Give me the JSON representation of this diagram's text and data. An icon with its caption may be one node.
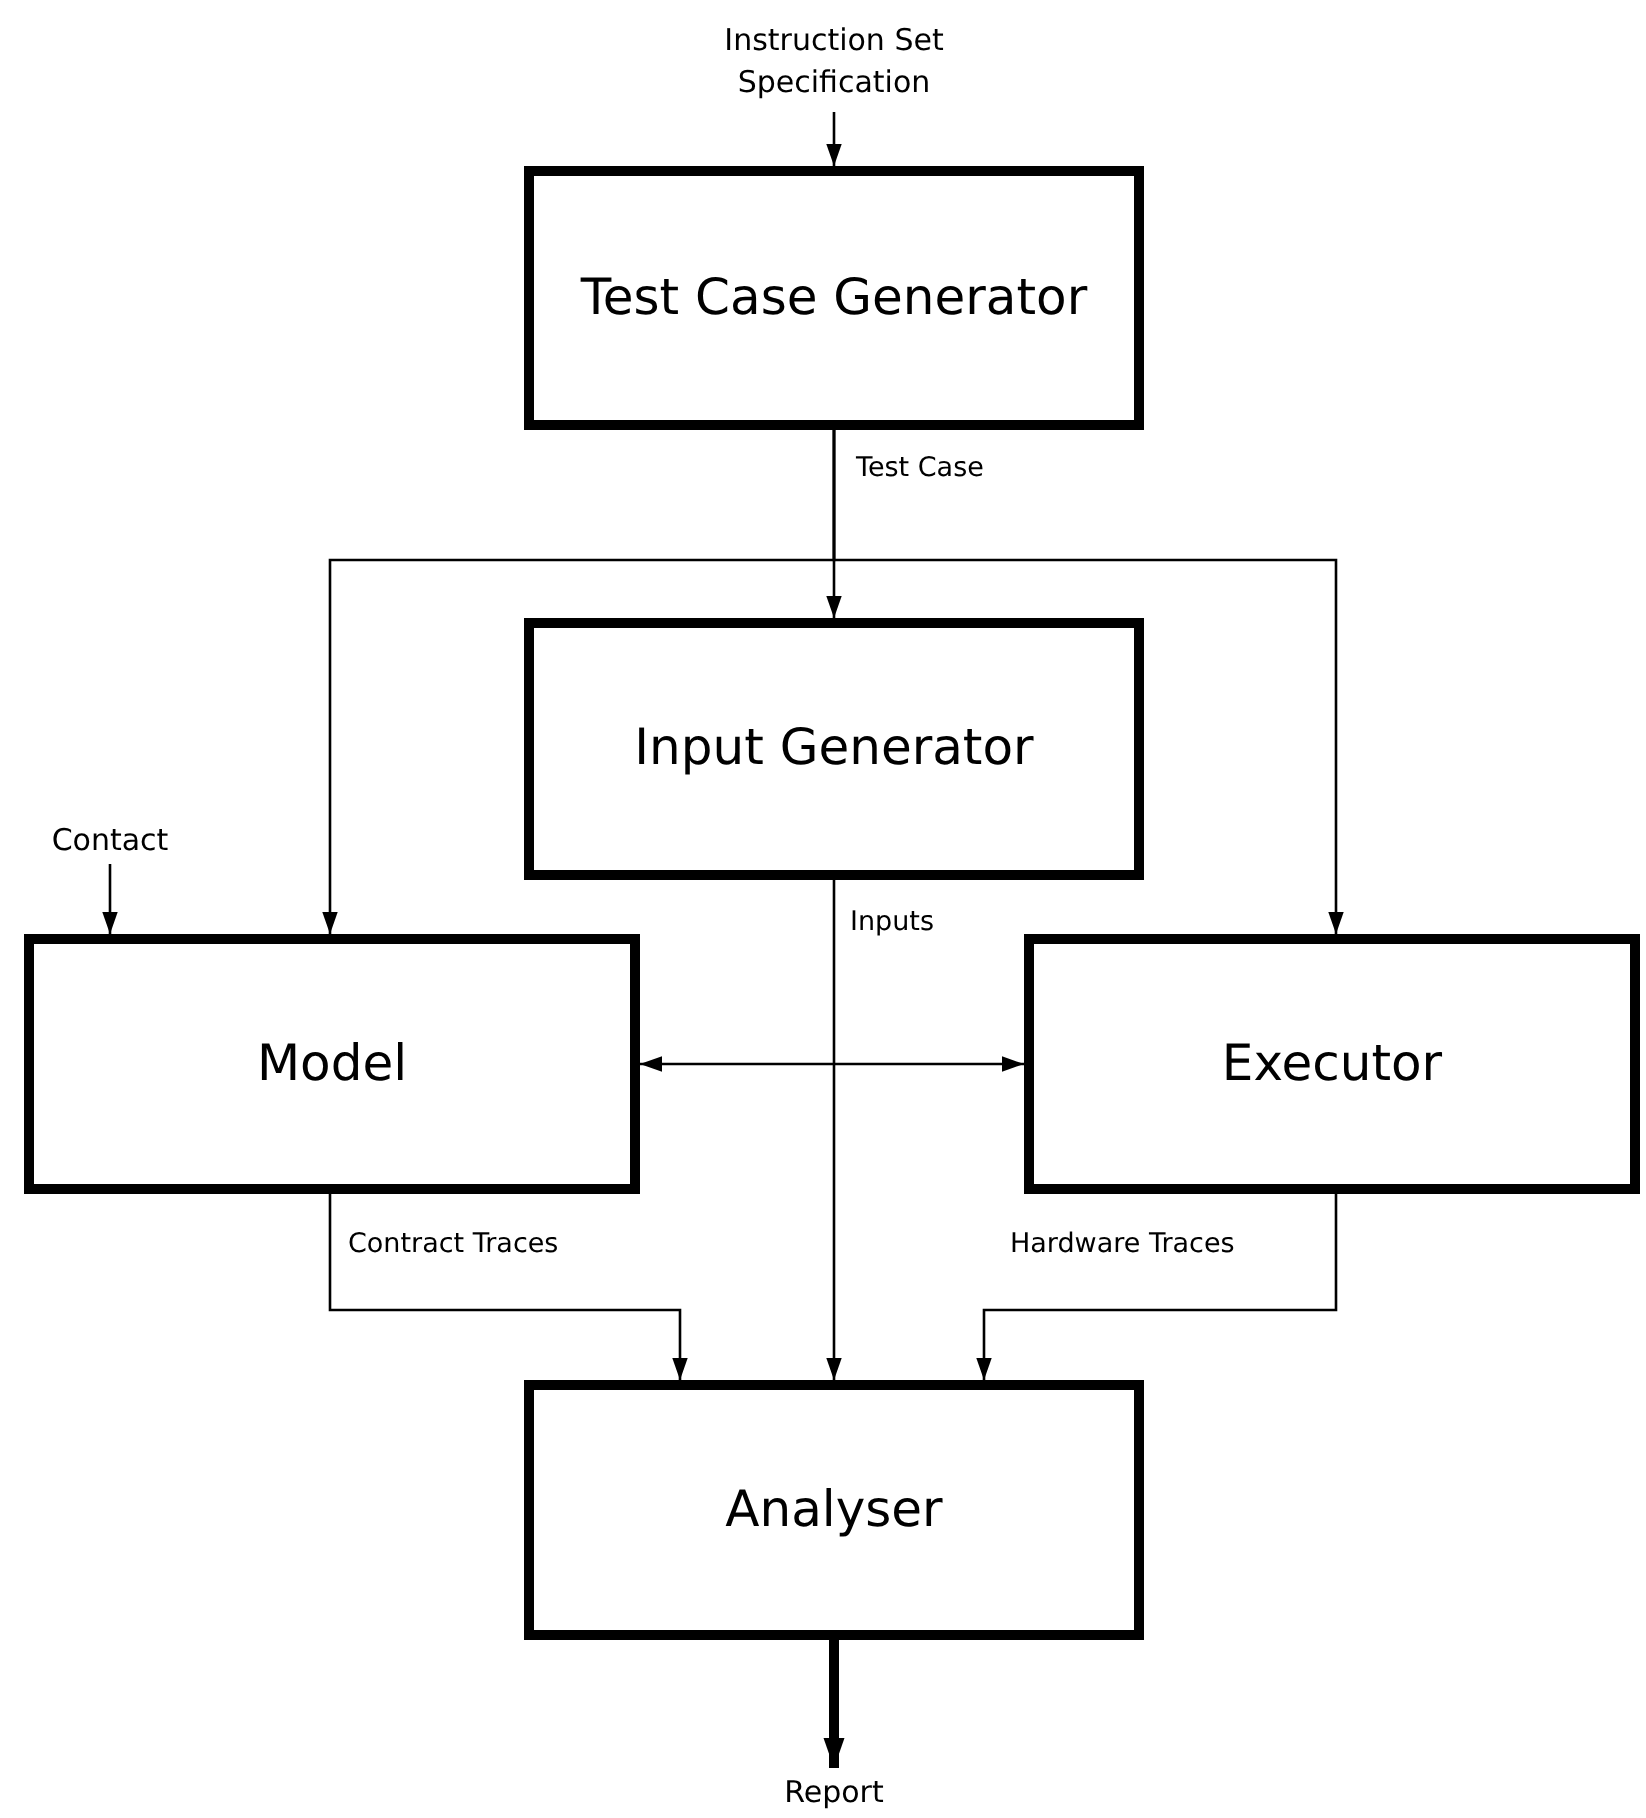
{
  "diagram": {
    "nodes": [
      {
        "text": [
          "Instruction Set Specification"
        ]
      },
      {
        "text": [
          "Test Case Generator"
        ]
      },
      {
        "text": [
          "Input Generator"
        ]
      },
      {
        "text": [
          "Contact"
        ]
      },
      {
        "text": [
          "Model"
        ]
      },
      {
        "text": [
          "Executor"
        ]
      },
      {
        "text": [
          "Analyser"
        ]
      },
      {
        "text": [
          "Report"
        ]
      }
    ],
    "edges": [
      {
        "from": 0,
        "to": 1,
        "arrow": "to"
      },
      {
        "from": 1,
        "to": 2,
        "arrow": "to",
        "label": "Test Case"
      },
      {
        "from": 1,
        "to": 4,
        "arrow": "to"
      },
      {
        "from": 1,
        "to": 5,
        "arrow": "to"
      },
      {
        "from": 3,
        "to": 4,
        "arrow": "to"
      },
      {
        "from": 2,
        "to": 6,
        "arrow": "to",
        "label": "Inputs"
      },
      {
        "from": 4,
        "to": 5,
        "arrow": "both"
      },
      {
        "from": 4,
        "to": 6,
        "arrow": "to",
        "label": "Contract Traces"
      },
      {
        "from": 5,
        "to": 6,
        "arrow": "to",
        "label": "Hardware Traces"
      },
      {
        "from": 6,
        "to": 7,
        "arrow": "to",
        "style": "thick"
      }
    ]
  }
}
